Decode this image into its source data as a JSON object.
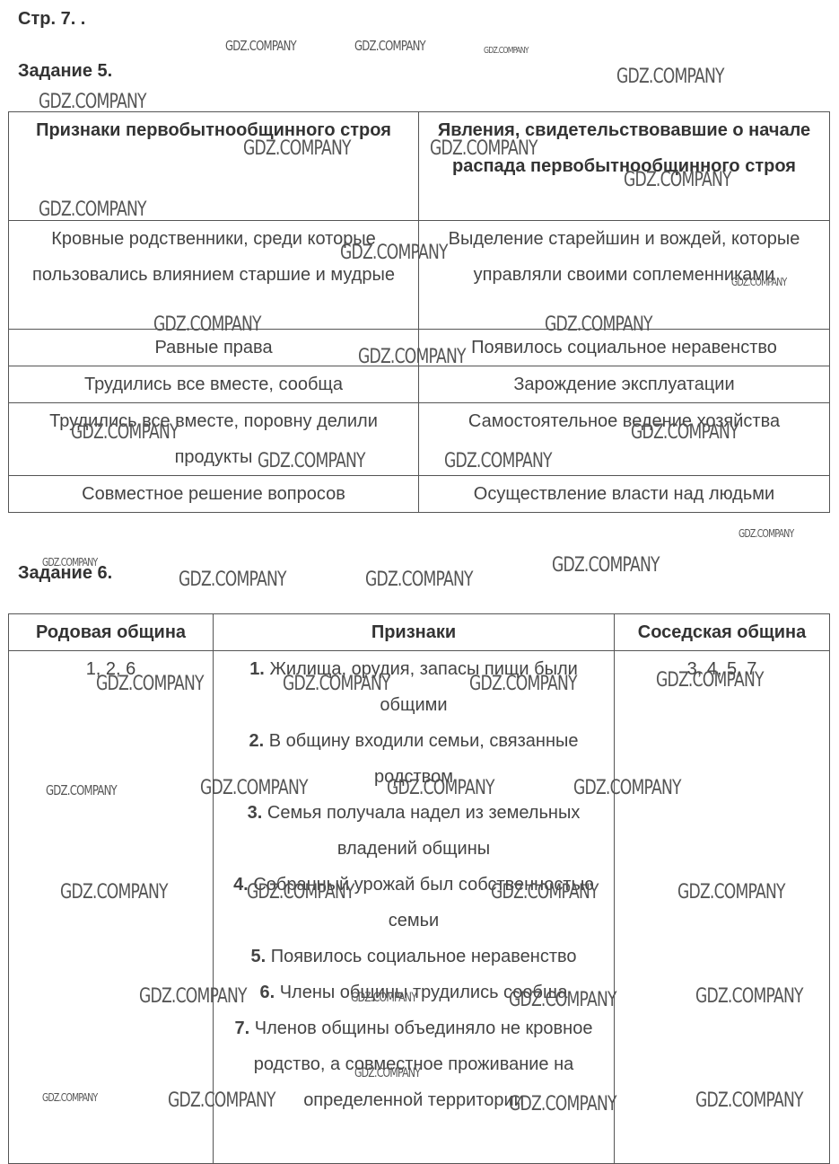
{
  "page_label": "Стр. 7. .",
  "task5": {
    "title": "Задание 5.",
    "headers": [
      "Признаки первобытнообщинного строя",
      "Явления, свидетельствовавшие о начале распада первобытнообщинного строя"
    ],
    "rows": [
      [
        "Кровные родственники, среди которые пользовались влиянием старшие и мудрые",
        "Выделение старейшин и вождей, которые управляли своими соплеменниками"
      ],
      [
        "Равные права",
        "Появилось социальное неравенство"
      ],
      [
        "Трудились все вместе, сообща",
        "Зарождение эксплуатации"
      ],
      [
        "Трудились все вместе, поровну делили продукты",
        "Самостоятельное ведение хозяйства"
      ],
      [
        "Совместное решение вопросов",
        "Осуществление власти над людьми"
      ]
    ]
  },
  "task6": {
    "title": "Задание 6.",
    "headers": [
      "Родовая община",
      "Признаки",
      "Соседская община"
    ],
    "tribal_answer": "1, 2, 6",
    "neighbor_answer": "3, 4, 5, 7",
    "features": [
      {
        "num": "1.",
        "text": "Жилища, орудия, запасы пищи были общими"
      },
      {
        "num": "2.",
        "text": "В общину входили семьи, связанные родством"
      },
      {
        "num": "3.",
        "text": "Семья получала надел из земельных владений общины"
      },
      {
        "num": "4.",
        "text": "Собранный урожай был собственностью семьи"
      },
      {
        "num": "5.",
        "text": "Появилось социальное неравенство"
      },
      {
        "num": "6.",
        "text": "Члены общины трудились сообща"
      },
      {
        "num": "7.",
        "text": "Членов общины объединяло не кровное родство, а совместное проживание на определенной территории"
      }
    ]
  },
  "watermark": "GDZ.COMPANY"
}
